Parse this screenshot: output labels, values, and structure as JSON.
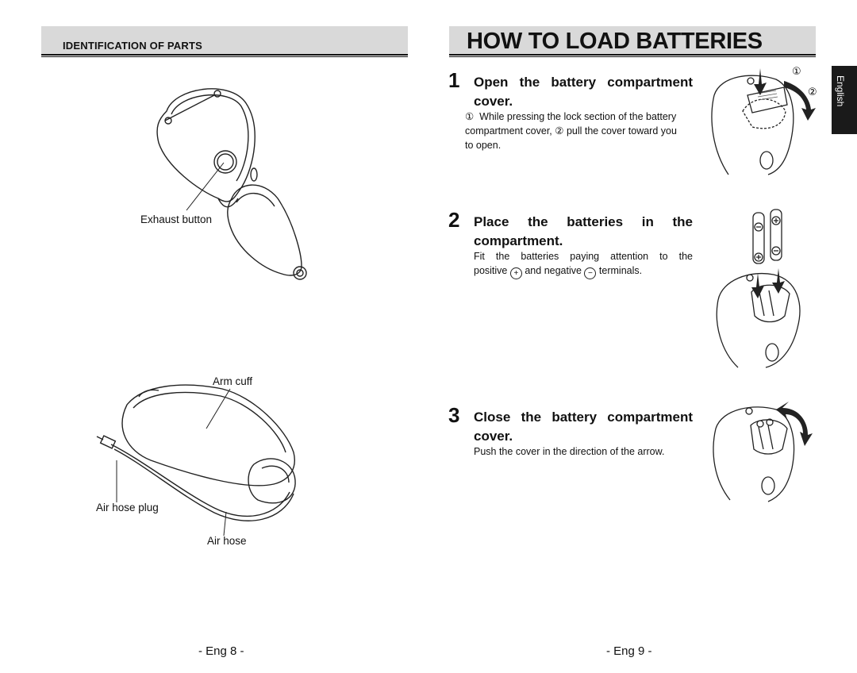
{
  "left_page": {
    "section_title": "IDENTIFICATION OF PARTS",
    "labels": {
      "exhaust_button": "Exhaust button",
      "arm_cuff": "Arm cuff",
      "air_hose_plug": "Air hose plug",
      "air_hose": "Air hose"
    },
    "footer": "- Eng 8 -"
  },
  "right_page": {
    "title": "HOW TO LOAD BATTERIES",
    "side_tab": "English",
    "steps": [
      {
        "number": "1",
        "title_line1": "Open the battery compartment",
        "title_line2": "cover.",
        "body_marker1": "①",
        "body_line1": "While pressing the lock section of the battery",
        "body_line2a": "compartment cover,",
        "body_marker2": "②",
        "body_line2b": "pull the cover toward you",
        "body_line3": "to open.",
        "fig_marker1": "①",
        "fig_marker2": "②"
      },
      {
        "number": "2",
        "title_line1": "Place the batteries in the",
        "title_line2": "compartment.",
        "body_line1": "Fit the batteries paying attention to the",
        "body_pos_word": "positive",
        "body_plus": "+",
        "body_mid": "and negative",
        "body_minus": "−",
        "body_end": "terminals."
      },
      {
        "number": "3",
        "title_line1": "Close the battery compartment",
        "title_line2": "cover.",
        "body_line1": "Push the cover in the direction of the arrow."
      }
    ],
    "footer": "- Eng 9 -"
  }
}
